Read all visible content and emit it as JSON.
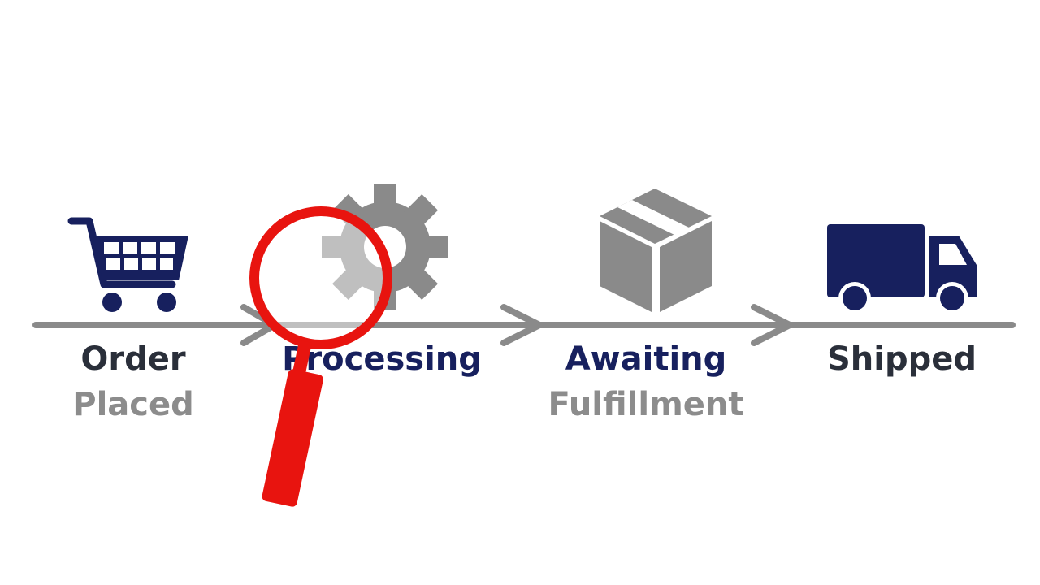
{
  "colors": {
    "navy": "#17205e",
    "gray": "#8a8a8a",
    "label_dark": "#2a2f3a",
    "label_gray": "#8c8c8c",
    "magnifier_red": "#e8140f"
  },
  "stages": [
    {
      "line1": "Order",
      "line2": "Placed",
      "icon": "shopping-cart-icon"
    },
    {
      "line1": "Processing",
      "line2": "",
      "icon": "gear-icon"
    },
    {
      "line1": "Awaiting",
      "line2": "Fulfillment",
      "icon": "box-icon"
    },
    {
      "line1": "Shipped",
      "line2": "",
      "icon": "delivery-truck-icon"
    }
  ],
  "overlay": {
    "icon": "magnifying-glass-icon"
  }
}
